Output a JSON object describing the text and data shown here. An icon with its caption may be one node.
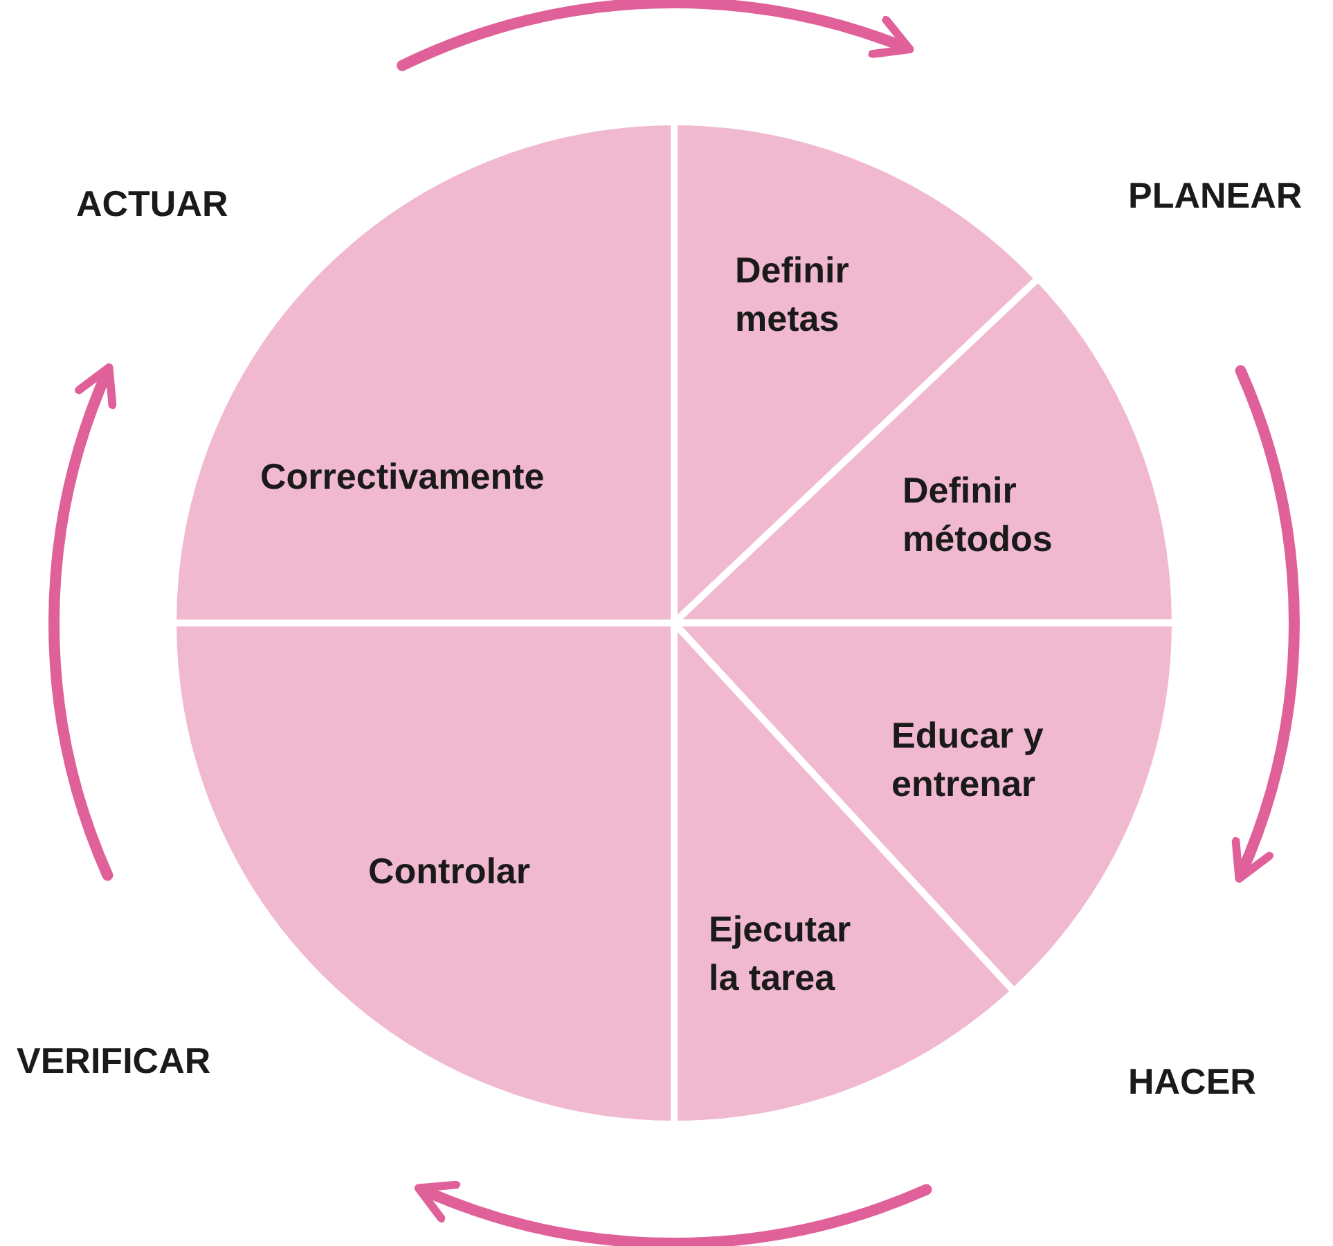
{
  "diagram": {
    "nodes": [
      {
        "text": [
          "Definir metas"
        ]
      },
      {
        "text": [
          "Correctivamente"
        ]
      },
      {
        "text": [
          "Definir métodos"
        ]
      },
      {
        "text": [
          "Educar y entrenar"
        ]
      },
      {
        "text": [
          "Controlar"
        ]
      },
      {
        "text": [
          "Ejecutar la tarea"
        ]
      }
    ],
    "labels": [
      "ACTUAR",
      "PLANEAR",
      "VERIFICAR",
      "HACER"
    ]
  }
}
